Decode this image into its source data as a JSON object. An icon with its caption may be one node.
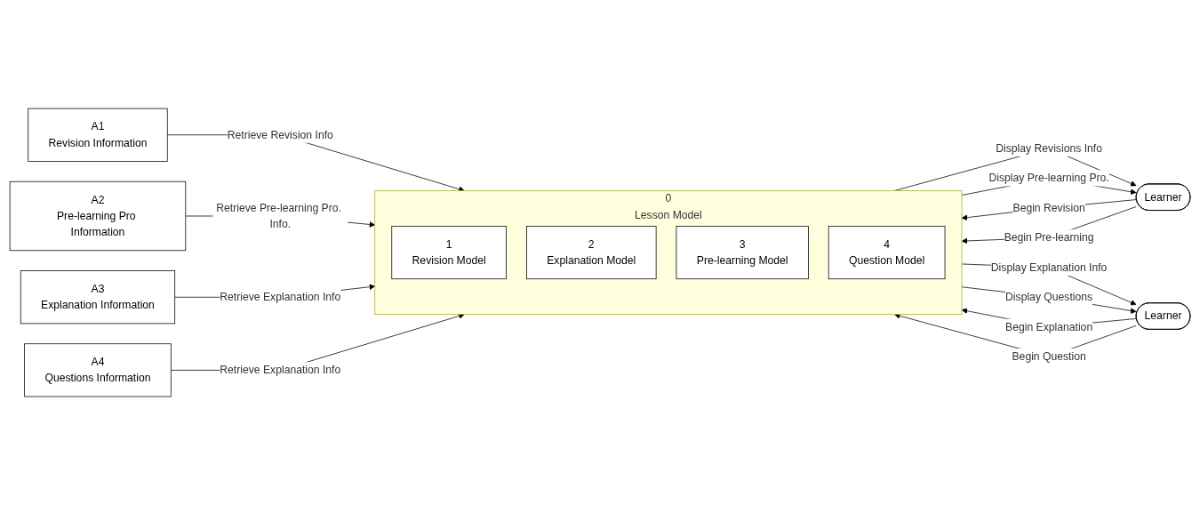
{
  "diagram": {
    "nodes": [
      {
        "text": [
          "A1",
          "Revision Information"
        ]
      },
      {
        "text": [
          "0",
          "Lesson Model"
        ]
      },
      {
        "text": [
          "A3",
          "Explanation Information"
        ]
      },
      {
        "text": [
          "1",
          "Revision Model"
        ],
        "in": 1
      },
      {
        "text": [
          "2",
          "Explanation Model"
        ],
        "in": 1
      },
      {
        "text": [
          "Learner"
        ]
      },
      {
        "text": [
          "Learner"
        ]
      },
      {
        "text": [
          "3",
          "Pre-learning Model"
        ],
        "in": 1
      },
      {
        "text": [
          "4",
          "Question Model"
        ],
        "in": 1
      },
      {
        "text": [
          "A2",
          "Pre-learning Pro Information"
        ]
      },
      {
        "text": [
          "A4",
          "Questions Information"
        ]
      }
    ],
    "edges": [
      {
        "from": 0,
        "to": 1,
        "arrow": "to",
        "label": "Retrieve Revision Info"
      },
      {
        "from": 1,
        "to": 5,
        "arrow": "to",
        "label": "Display Revisions Info"
      },
      {
        "from": 5,
        "to": 1,
        "arrow": "to",
        "label": "Begin Revision"
      },
      {
        "from": 5,
        "to": 1,
        "arrow": "to",
        "label": "Begin Pre-learning"
      },
      {
        "from": 1,
        "to": 5,
        "arrow": "to",
        "label": "Display Pre-learning Pro."
      },
      {
        "from": 9,
        "to": 1,
        "arrow": "to",
        "label": "Retrieve Pre-learning Pro. Info."
      },
      {
        "from": 2,
        "to": 1,
        "arrow": "to",
        "label": "Retrieve Explanation Info"
      },
      {
        "from": 1,
        "to": 6,
        "arrow": "to",
        "label": "Display Explanation Info"
      },
      {
        "from": 6,
        "to": 1,
        "arrow": "to",
        "label": "Begin Explanation"
      },
      {
        "from": 6,
        "to": 1,
        "arrow": "to",
        "label": "Begin Question"
      },
      {
        "from": 1,
        "to": 6,
        "arrow": "to",
        "label": "Display Questions"
      },
      {
        "from": 10,
        "to": 1,
        "arrow": "to",
        "label": "Retrieve Explanation Info"
      }
    ]
  }
}
